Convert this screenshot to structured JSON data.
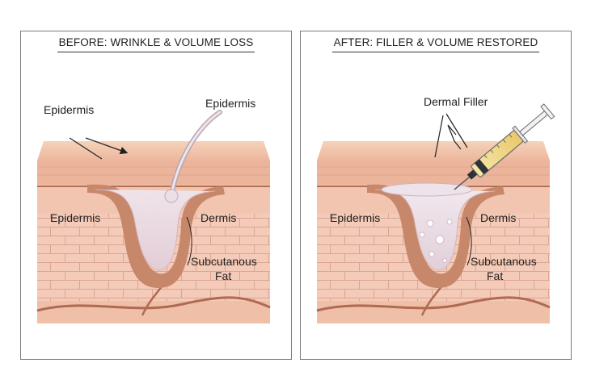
{
  "before": {
    "title": "BEFORE: WRINKLE & VOLUME LOSS",
    "labels": {
      "epidermis_top_left": "Epidermis",
      "epidermis_top_right": "Epidermis",
      "epidermis_side": "Epidermis",
      "dermis": "Dermis",
      "subcutaneous_line1": "Subcutanous",
      "subcutaneous_line2": "Fat"
    }
  },
  "after": {
    "title": "AFTER: FILLER & VOLUME RESTORED",
    "labels": {
      "dermal_filler": "Dermal Filler",
      "epidermis_side": "Epidermis",
      "dermis": "Dermis",
      "subcutaneous_line1": "Subcutanous",
      "subcutaneous_line2": "Fat"
    }
  },
  "colors": {
    "skin_top": "#f2c4a7",
    "skin_layer": "#eeb8a0",
    "dermis": "#f3c6b2",
    "fat": "#f5cdbb",
    "fold_line": "#c98a6d",
    "filler": "#e9dde6",
    "syringe_fluid": "#f2dc94"
  }
}
